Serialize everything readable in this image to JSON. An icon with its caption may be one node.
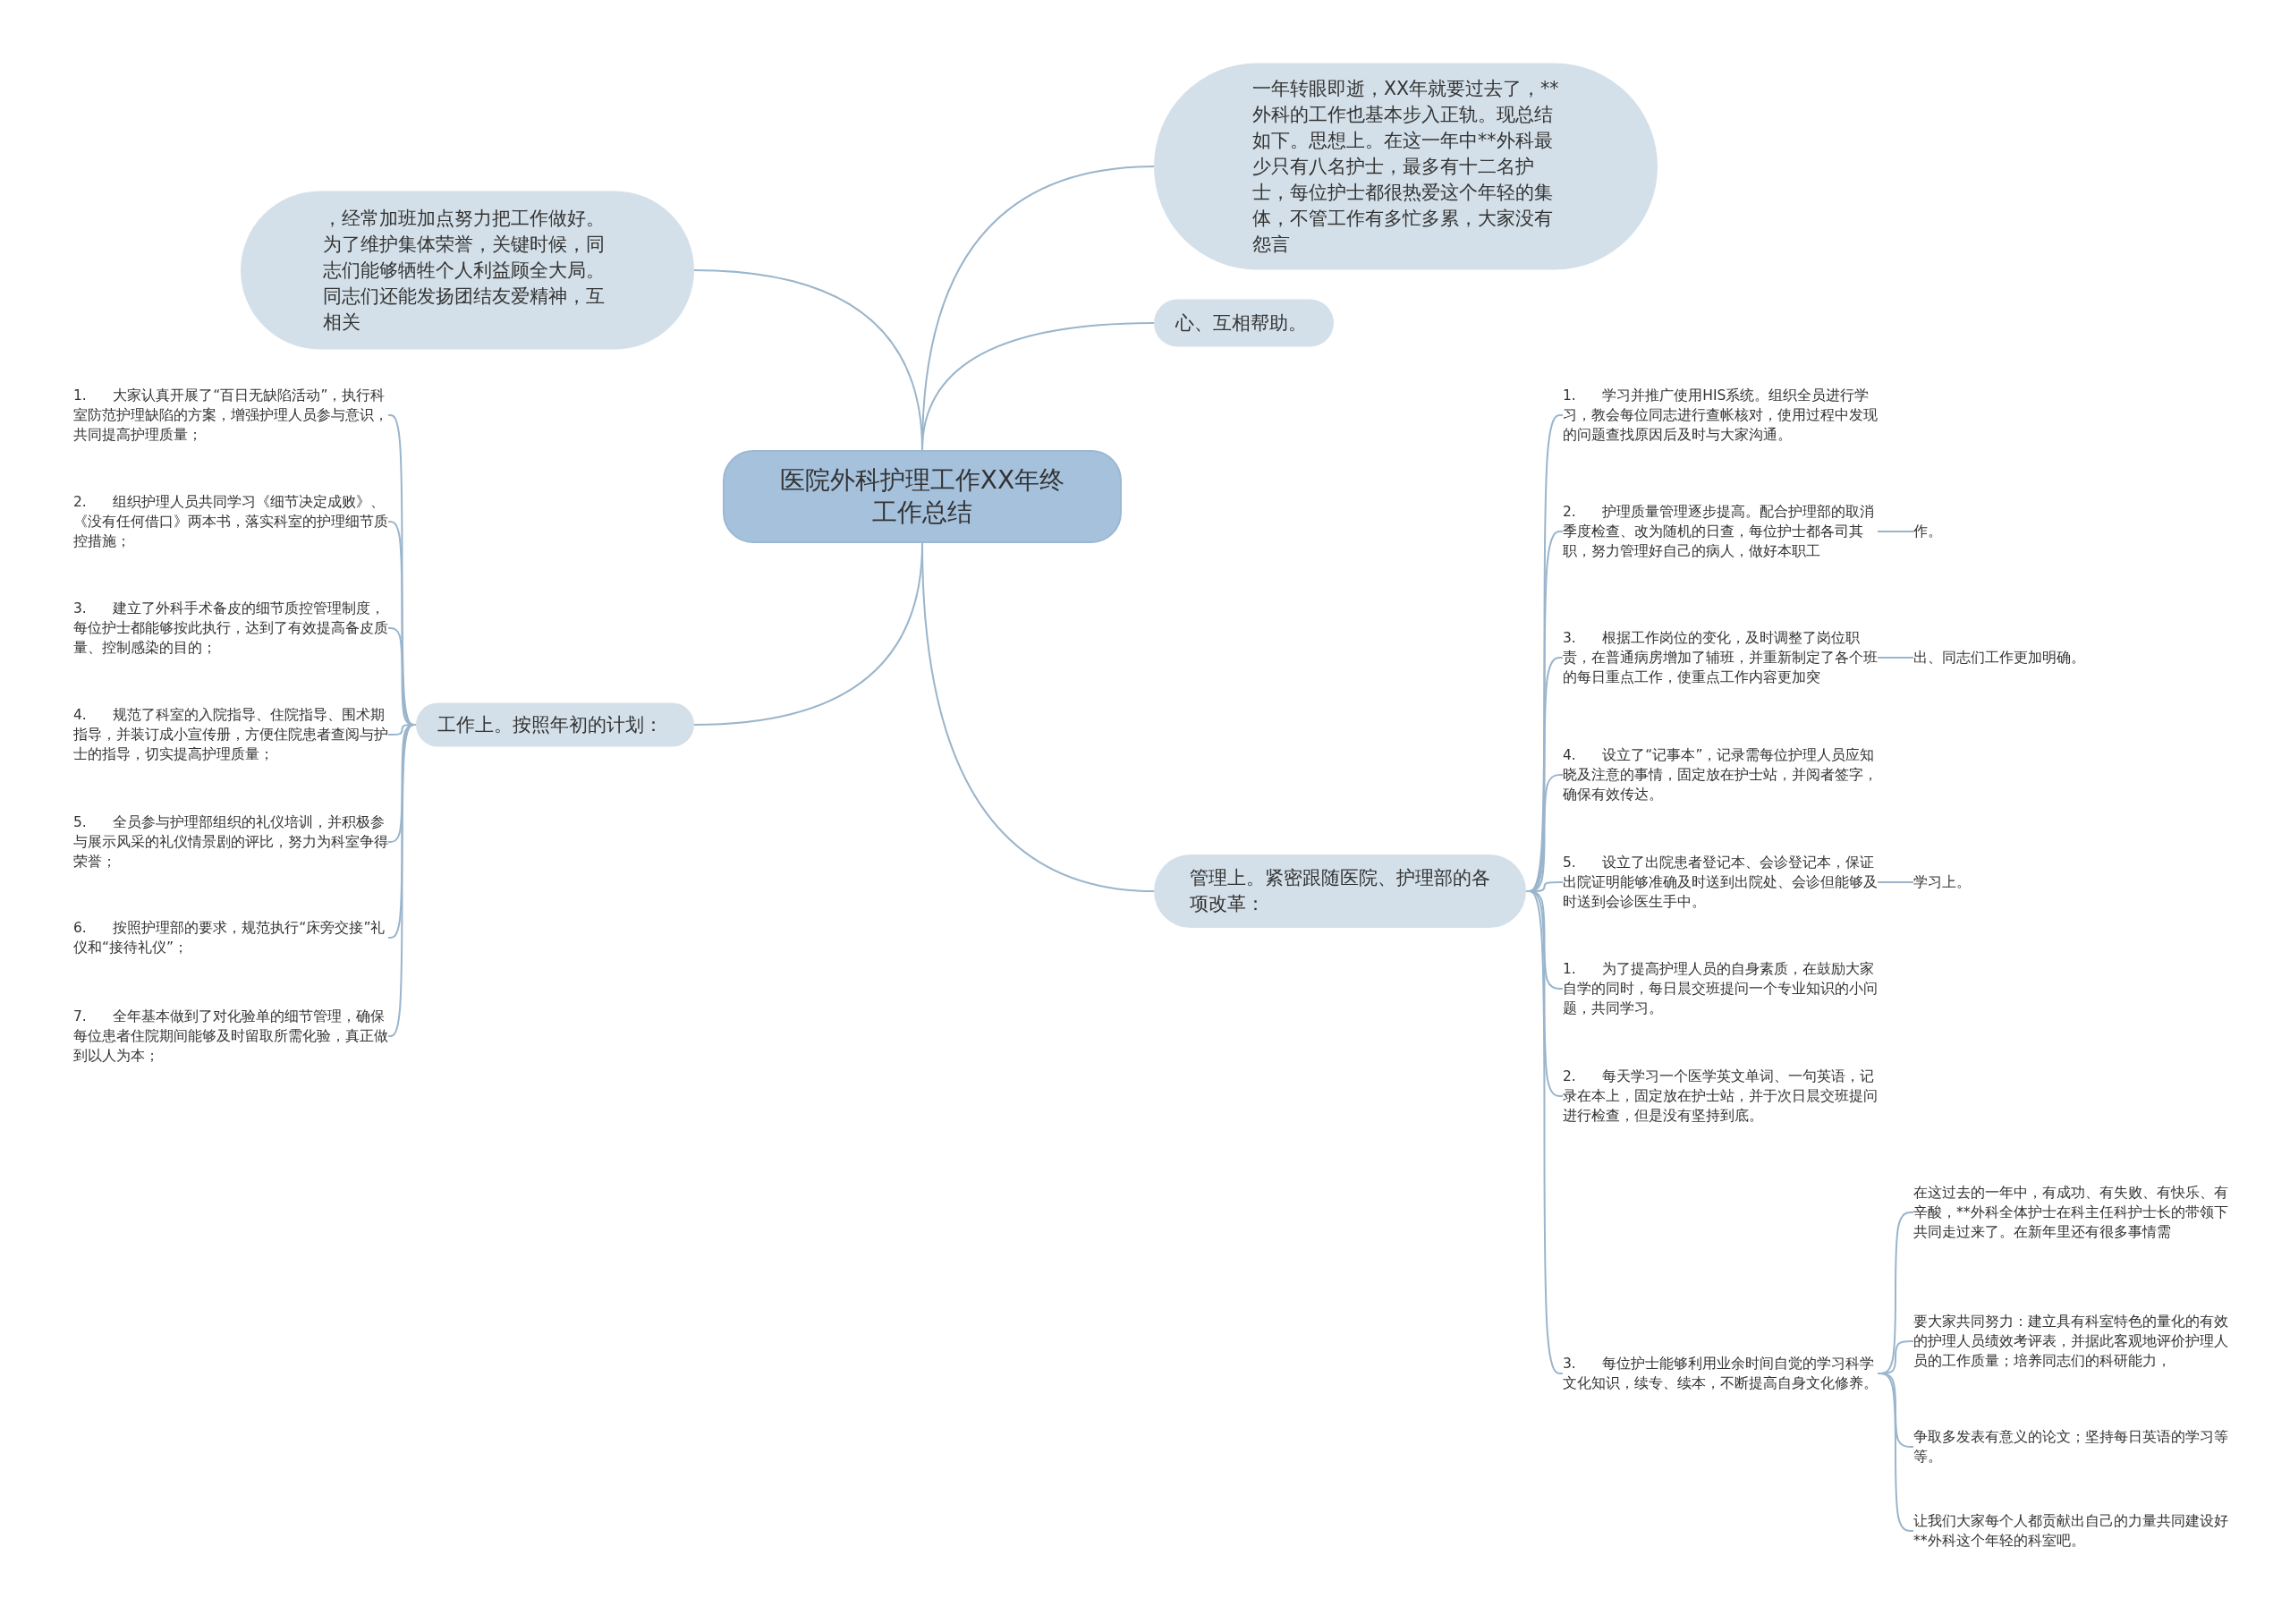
{
  "diagram": {
    "nodes": [
      {
        "text": [
          "医院外科护理工作XX年终工作总结"
        ]
      },
      {
        "text": [
          "，经常加班加点努力把工作做好。为了维护集体荣誉，关键时候，同志们能够牺牲个人利益顾全大局。同志们还能发扬团结友爱精神，互相关"
        ]
      },
      {
        "text": [
          "一年转眼即逝，XX年就要过去了，**外科的工作也基本步入正轨。现总结如下。思想上。在这一年中**外科最少只有八名护士，最多有十二名护士，每位护士都很热爱这个年轻的集体，不管工作有多忙多累，大家没有怨言"
        ]
      },
      {
        "text": [
          "心、互相帮助。"
        ]
      },
      {
        "text": [
          "工作上。按照年初的计划："
        ]
      },
      {
        "text": [
          "管理上。紧密跟随医院、护理部的各项改革："
        ]
      },
      {
        "text": [
          "1.      大家认真开展了“百日无缺陷活动”，执行科室防范护理缺陷的方案，增强护理人员参与意识，共同提高护理质量；"
        ]
      },
      {
        "text": [
          "2.      组织护理人员共同学习《细节决定成败》、《没有任何借口》两本书，落实科室的护理细节质控措施；"
        ]
      },
      {
        "text": [
          "3.      建立了外科手术备皮的细节质控管理制度，每位护士都能够按此执行，达到了有效提高备皮质量、控制感染的目的；"
        ]
      },
      {
        "text": [
          "4.      规范了科室的入院指导、住院指导、围术期指导，并装订成小宣传册，方便住院患者查阅与护士的指导，切实提高护理质量；"
        ]
      },
      {
        "text": [
          "5.      全员参与护理部组织的礼仪培训，并积极参与展示风采的礼仪情景剧的评比，努力为科室争得荣誉；"
        ]
      },
      {
        "text": [
          "6.      按照护理部的要求，规范执行“床旁交接”礼仪和“接待礼仪”；"
        ]
      },
      {
        "text": [
          "7.      全年基本做到了对化验单的细节管理，确保每位患者住院期间能够及时留取所需化验，真正做到以人为本；"
        ]
      },
      {
        "text": [
          "1.      学习并推广使用HIS系统。组织全员进行学习，教会每位同志进行查帐核对，使用过程中发现的问题查找原因后及时与大家沟通。"
        ]
      },
      {
        "text": [
          "2.      护理质量管理逐步提高。配合护理部的取消季度检查、改为随机的日查，每位护士都各司其职，努力管理好自己的病人，做好本职工"
        ]
      },
      {
        "text": [
          "作。"
        ]
      },
      {
        "text": [
          "3.      根据工作岗位的变化，及时调整了岗位职责，在普通病房增加了辅班，并重新制定了各个班的每日重点工作，使重点工作内容更加突"
        ]
      },
      {
        "text": [
          "出、同志们工作更加明确。"
        ]
      },
      {
        "text": [
          "4.      设立了“记事本”，记录需每位护理人员应知晓及注意的事情，固定放在护士站，并阅者签字，确保有效传达。"
        ]
      },
      {
        "text": [
          "5.      设立了出院患者登记本、会诊登记本，保证出院证明能够准确及时送到出院处、会诊但能够及时送到会诊医生手中。"
        ]
      },
      {
        "text": [
          "学习上。"
        ]
      },
      {
        "text": [
          "1.      为了提高护理人员的自身素质，在鼓励大家自学的同时，每日晨交班提问一个专业知识的小问题，共同学习。"
        ]
      },
      {
        "text": [
          "2.      每天学习一个医学英文单词、一句英语，记录在本上，固定放在护士站，并于次日晨交班提问进行检查，但是没有坚持到底。"
        ]
      },
      {
        "text": [
          "3.      每位护士能够利用业余时间自觉的学习科学文化知识，续专、续本，不断提高自身文化修养。"
        ]
      },
      {
        "text": [
          "在这过去的一年中，有成功、有失败、有快乐、有辛酸，**外科全体护士在科主任科护士长的带领下共同走过来了。在新年里还有很多事情需"
        ]
      },
      {
        "text": [
          "要大家共同努力：建立具有科室特色的量化的有效的护理人员绩效考评表，并据此客观地评价护理人员的工作质量；培养同志们的科研能力，"
        ]
      },
      {
        "text": [
          "争取多发表有意义的论文；坚持每日英语的学习等等。"
        ]
      },
      {
        "text": [
          "让我们大家每个人都贡献出自己的力量共同建设好**外科这个年轻的科室吧。"
        ]
      }
    ],
    "edges": [
      {
        "from": 0,
        "to": 1,
        "arrow": "none"
      },
      {
        "from": 0,
        "to": 2,
        "arrow": "none"
      },
      {
        "from": 0,
        "to": 3,
        "arrow": "none"
      },
      {
        "from": 0,
        "to": 4,
        "arrow": "none"
      },
      {
        "from": 0,
        "to": 5,
        "arrow": "none"
      },
      {
        "from": 4,
        "to": 6,
        "arrow": "none"
      },
      {
        "from": 4,
        "to": 7,
        "arrow": "none"
      },
      {
        "from": 4,
        "to": 8,
        "arrow": "none"
      },
      {
        "from": 4,
        "to": 9,
        "arrow": "none"
      },
      {
        "from": 4,
        "to": 10,
        "arrow": "none"
      },
      {
        "from": 4,
        "to": 11,
        "arrow": "none"
      },
      {
        "from": 4,
        "to": 12,
        "arrow": "none"
      },
      {
        "from": 5,
        "to": 13,
        "arrow": "none"
      },
      {
        "from": 5,
        "to": 14,
        "arrow": "none"
      },
      {
        "from": 14,
        "to": 15,
        "arrow": "none"
      },
      {
        "from": 5,
        "to": 16,
        "arrow": "none"
      },
      {
        "from": 16,
        "to": 17,
        "arrow": "none"
      },
      {
        "from": 5,
        "to": 18,
        "arrow": "none"
      },
      {
        "from": 5,
        "to": 19,
        "arrow": "none"
      },
      {
        "from": 19,
        "to": 20,
        "arrow": "none"
      },
      {
        "from": 5,
        "to": 21,
        "arrow": "none"
      },
      {
        "from": 5,
        "to": 22,
        "arrow": "none"
      },
      {
        "from": 5,
        "to": 23,
        "arrow": "none"
      },
      {
        "from": 23,
        "to": 24,
        "arrow": "none"
      },
      {
        "from": 23,
        "to": 25,
        "arrow": "none"
      },
      {
        "from": 23,
        "to": 26,
        "arrow": "none"
      },
      {
        "from": 23,
        "to": 27,
        "arrow": "none"
      }
    ]
  }
}
